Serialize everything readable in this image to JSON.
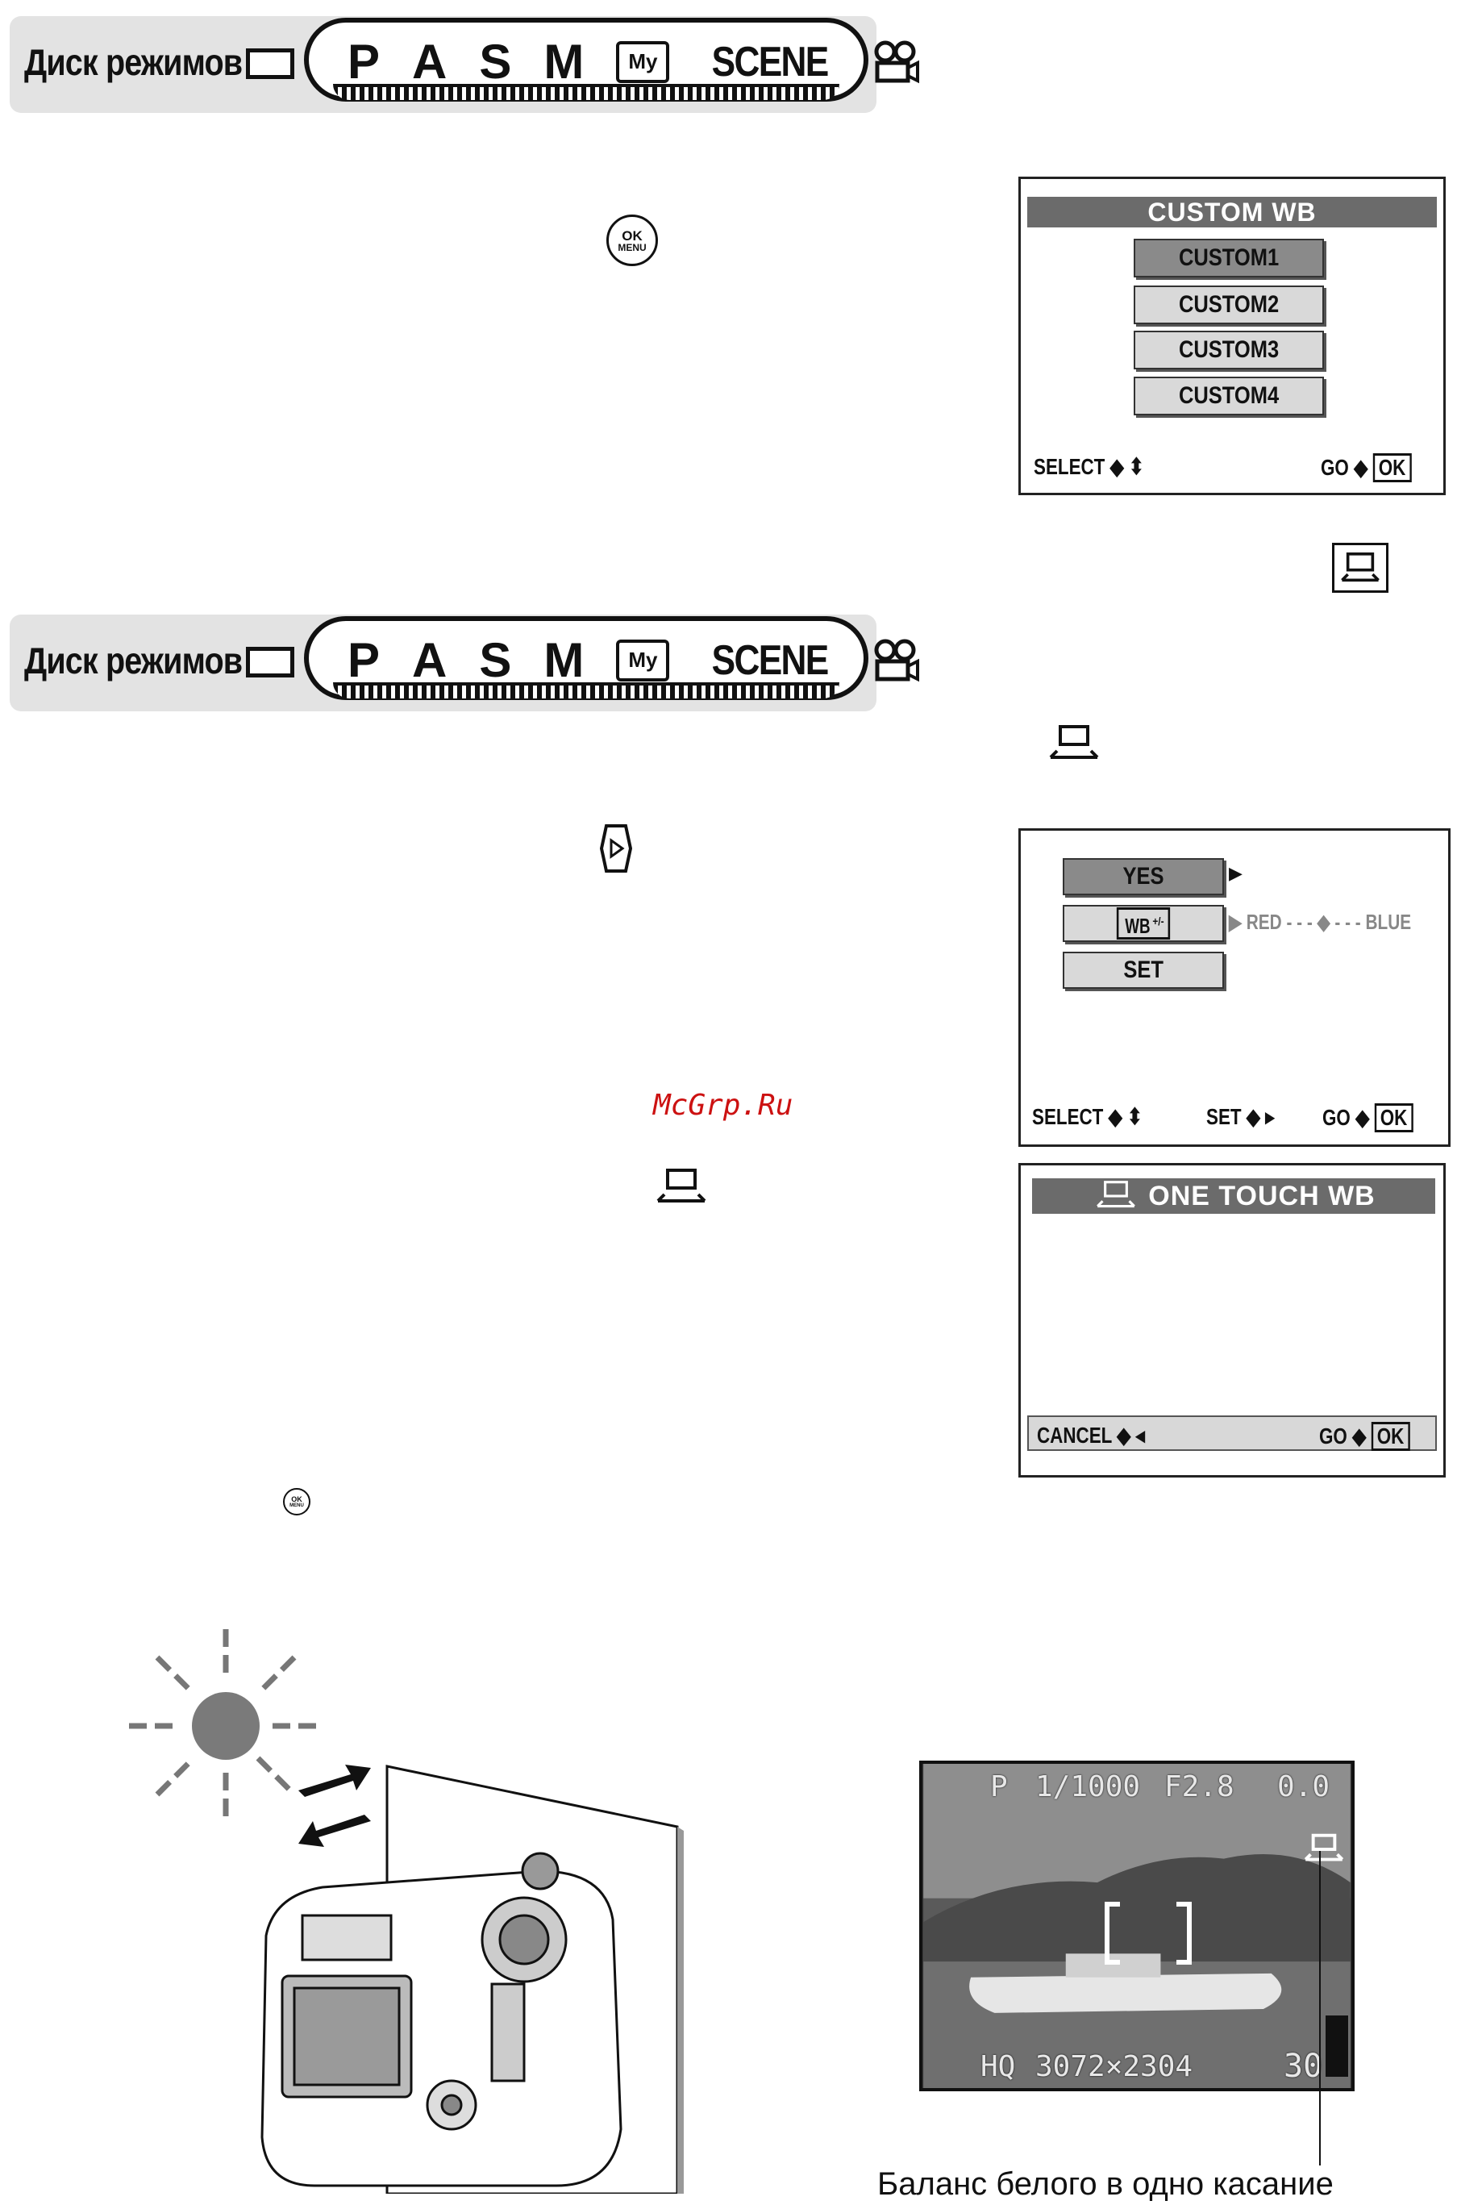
{
  "mode_dial": {
    "label": "Диск режимов",
    "modes": [
      "P",
      "A",
      "S",
      "M"
    ],
    "my_label": "My",
    "scene_label": "SCENE"
  },
  "custom_wb_screen": {
    "title": "CUSTOM WB",
    "items": [
      "CUSTOM1",
      "CUSTOM2",
      "CUSTOM3",
      "CUSTOM4"
    ],
    "selected_index": 0,
    "select_label": "SELECT",
    "go_label": "GO",
    "ok_label": "OK"
  },
  "ok_menu_button": {
    "top": "OK",
    "bottom": "MENU"
  },
  "wb_set_screen": {
    "items": [
      "YES",
      "WB",
      "SET"
    ],
    "wb_superscript": "+/-",
    "scale_left": "RED",
    "scale_right": "BLUE",
    "select_label": "SELECT",
    "set_label": "SET",
    "go_label": "GO",
    "ok_label": "OK"
  },
  "watermark": "McGrp.Ru",
  "one_touch_screen": {
    "title": "ONE TOUCH WB",
    "cancel_label": "CANCEL",
    "go_label": "GO",
    "ok_label": "OK"
  },
  "viewfinder": {
    "mode": "P",
    "shutter": "1/1000",
    "aperture": "F2.8",
    "exposure": "0.0",
    "quality": "HQ",
    "resolution": "3072×2304",
    "frames": "30"
  },
  "caption": "Баланс белого в одно касание"
}
